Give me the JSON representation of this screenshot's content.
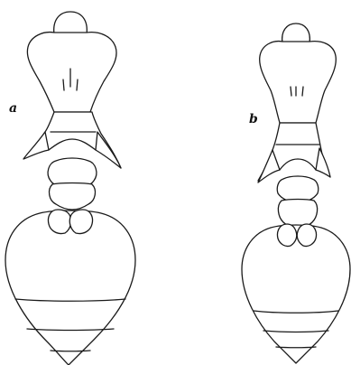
{
  "figure": {
    "labels": {
      "a": "a",
      "b": "b"
    },
    "specimens": [
      {
        "label_key": "a"
      },
      {
        "label_key": "b"
      }
    ]
  },
  "colors": {
    "ink": "#1a1a1a",
    "background": "#ffffff"
  }
}
